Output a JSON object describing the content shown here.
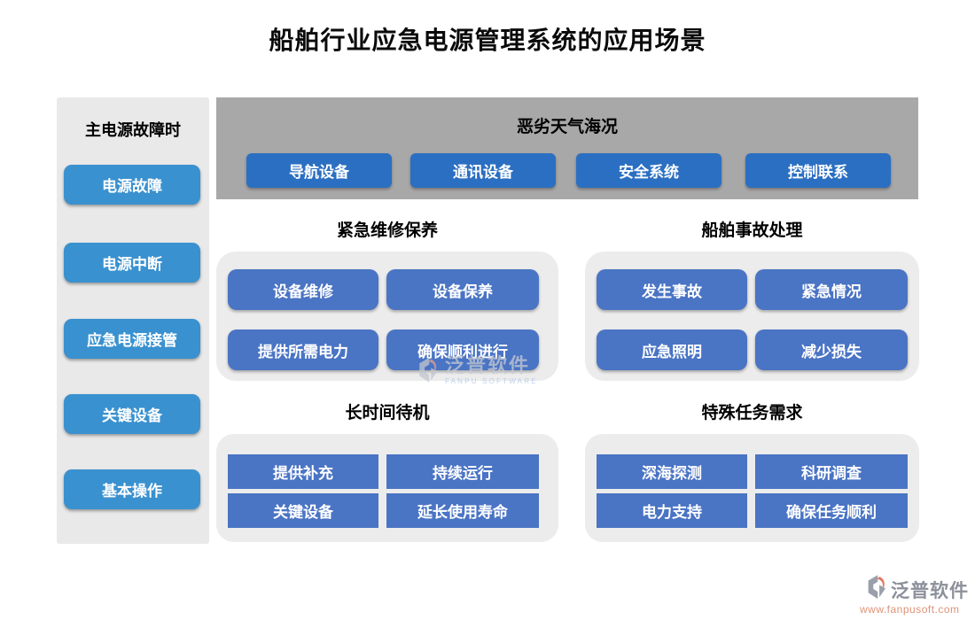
{
  "title": "船舶行业应急电源管理系统的应用场景",
  "sidebar": {
    "title": "主电源故障时",
    "items": [
      {
        "label": "电源故障"
      },
      {
        "label": "电源中断"
      },
      {
        "label": "应急电源接管"
      },
      {
        "label": "关键设备"
      },
      {
        "label": "基本操作"
      }
    ]
  },
  "weather": {
    "title": "恶劣天气海况",
    "items": [
      {
        "label": "导航设备"
      },
      {
        "label": "通讯设备"
      },
      {
        "label": "安全系统"
      },
      {
        "label": "控制联系"
      }
    ]
  },
  "sections": [
    {
      "title": "紧急维修保养",
      "items": [
        "设备维修",
        "设备保养",
        "提供所需电力",
        "确保顺利进行"
      ]
    },
    {
      "title": "船舶事故处理",
      "items": [
        "发生事故",
        "紧急情况",
        "应急照明",
        "减少损失"
      ]
    },
    {
      "title": "长时间待机",
      "items": [
        "提供补充",
        "持续运行",
        "关键设备",
        "延长使用寿命"
      ]
    },
    {
      "title": "特殊任务需求",
      "items": [
        "深海探测",
        "科研调查",
        "电力支持",
        "确保任务顺利"
      ]
    }
  ],
  "watermark": {
    "name": "泛普软件",
    "sub": "FANPU SOFTWARE"
  },
  "footer_logo": {
    "name": "泛普软件",
    "url": "www.fanpusoft.com"
  },
  "colors": {
    "sidebar_button": "#3a91cf",
    "weather_button": "#2b6fc2",
    "section_button": "#4a74c4",
    "weather_panel": "#a9a8a8",
    "sidebar_panel": "#e9e9e9",
    "section_panel": "#ececec",
    "watermark_url": "#dd9377"
  }
}
